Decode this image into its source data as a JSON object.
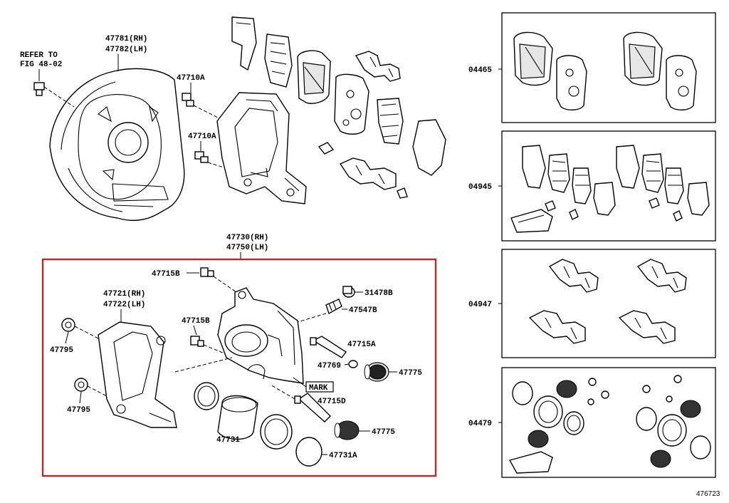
{
  "refer_note": {
    "line1": "REFER TO",
    "line2": "FIG 48-02"
  },
  "labels": {
    "dust_cover": {
      "rh": "47781(RH)",
      "lh": "47782(LH)"
    },
    "bolt_upper": "47710A",
    "bolt_lower": "47710A",
    "caliper_assy": {
      "rh": "47730(RH)",
      "lh": "47750(LH)"
    },
    "bolt_15b_top": "47715B",
    "bolt_15b_mid": "47715B",
    "mounting": {
      "rh": "47721(RH)",
      "lh": "47722(LH)"
    },
    "washer_a": "47795",
    "washer_b": "47795",
    "cap": "31478B",
    "bleeder": "47547B",
    "pin_a": "47715A",
    "plug": "47769",
    "boot_upper": "47775",
    "mark": "MARK",
    "pin_d": "47715D",
    "piston": "47731",
    "boot_lower": "47775",
    "ring": "47731A"
  },
  "kits": [
    {
      "code": "04465"
    },
    {
      "code": "04945"
    },
    {
      "code": "04947"
    },
    {
      "code": "04479"
    }
  ],
  "figure_number": "476723"
}
